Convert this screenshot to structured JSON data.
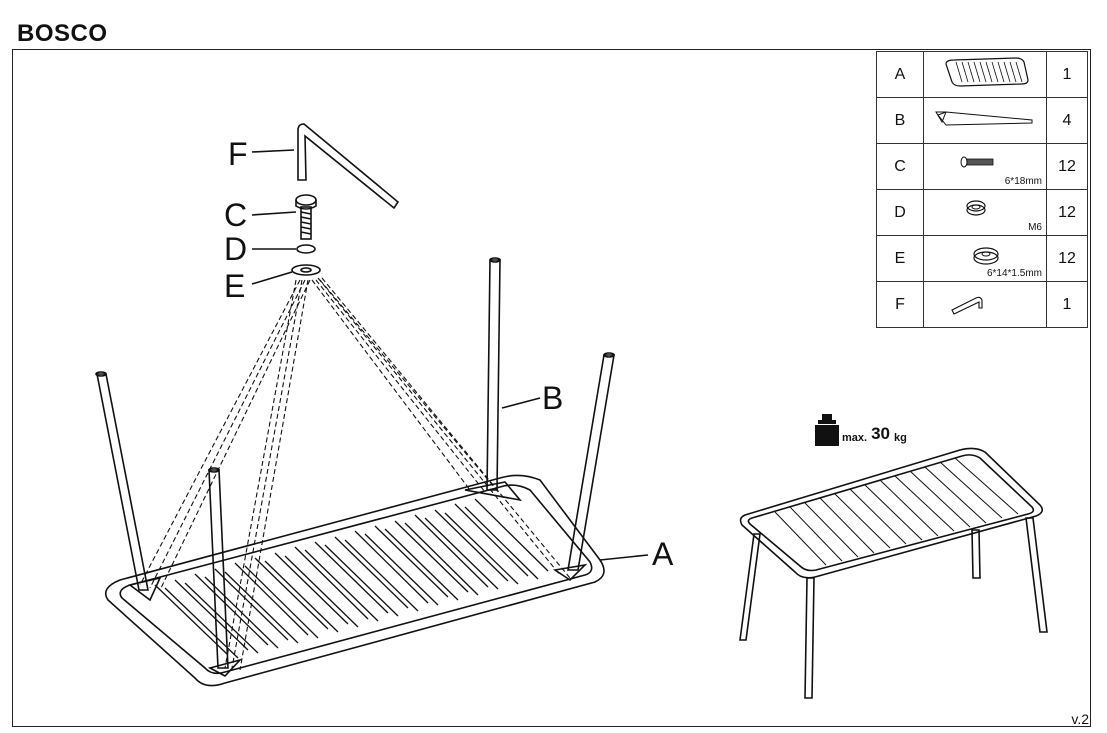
{
  "title": "BOSCO",
  "version": "v.2",
  "parts": [
    {
      "letter": "A",
      "icon": "tabletop-icon",
      "size": "",
      "qty": "1"
    },
    {
      "letter": "B",
      "icon": "leg-icon",
      "size": "",
      "qty": "4"
    },
    {
      "letter": "C",
      "icon": "bolt-icon",
      "size": "6*18mm",
      "qty": "12"
    },
    {
      "letter": "D",
      "icon": "spring-washer-icon",
      "size": "M6",
      "qty": "12"
    },
    {
      "letter": "E",
      "icon": "flat-washer-icon",
      "size": "6*14*1.5mm",
      "qty": "12"
    },
    {
      "letter": "F",
      "icon": "hex-key-icon",
      "size": "",
      "qty": "1"
    }
  ],
  "labels": {
    "A": "A",
    "B": "B",
    "C": "C",
    "D": "D",
    "E": "E",
    "F": "F"
  },
  "weight": {
    "prefix": "max.",
    "value": "30",
    "unit": "kg"
  }
}
